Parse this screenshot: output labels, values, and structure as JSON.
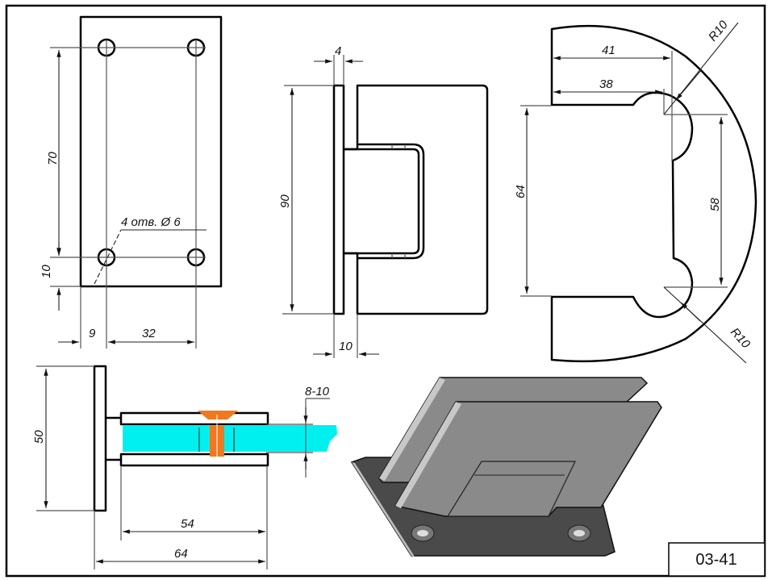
{
  "drawing": {
    "code": "03-41",
    "colors": {
      "glass": "#00f0f0",
      "screw": "#f07820",
      "metal_light": "#8a8a8a",
      "metal_dark": "#4a4a4a"
    }
  },
  "front_view": {
    "dims": {
      "height_holes": "70",
      "bottom_offset": "10",
      "left_offset": "9",
      "hole_spacing": "32",
      "hole_note": "4 отв. Ø 6"
    }
  },
  "side_view": {
    "dims": {
      "plate_thickness": "4",
      "height": "90",
      "gap": "10"
    }
  },
  "top_view": {
    "dims": {
      "outer_width": "41",
      "inner_width": "38",
      "height_64": "64",
      "height_58": "58",
      "radius_top": "R10",
      "radius_bottom": "R10"
    }
  },
  "section_view": {
    "dims": {
      "plate_height": "50",
      "glass_thickness": "8-10",
      "clamp_length": "54",
      "total_length": "64"
    }
  }
}
